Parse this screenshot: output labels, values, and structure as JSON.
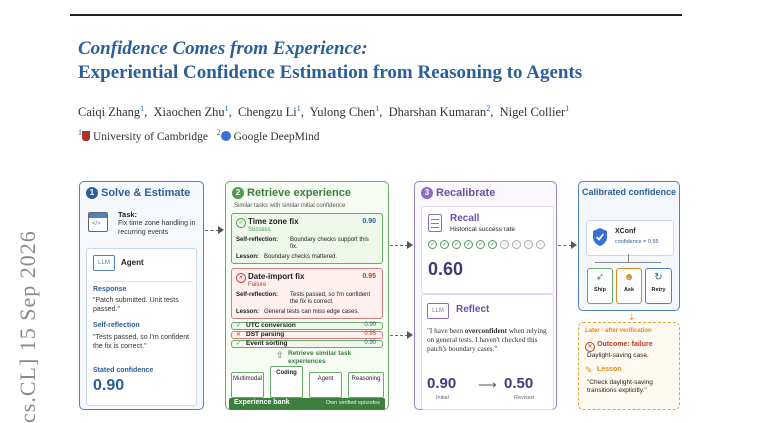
{
  "arxiv_id": "cs.CL]  15 Sep 2026",
  "paper": {
    "title_line1": "Confidence Comes from Experience:",
    "title_line2": "Experiential Confidence Estimation from Reasoning to Agents",
    "authors": [
      "Caiqi Zhang",
      "Xiaochen Zhu",
      "Chengzu Li",
      "Yulong Chen",
      "Dharshan Kumaran",
      "Nigel Collier"
    ],
    "author_affil_marks": [
      "1",
      "1",
      "1",
      "1",
      "2",
      "1"
    ],
    "affil_1": "University of Cambridge",
    "affil_2": "Google DeepMind"
  },
  "panel1": {
    "num": "1",
    "title": "Solve & Estimate",
    "task_label": "Task:",
    "task_text": "Fix time zone handling in recurring events",
    "llm_badge": "LLM",
    "agent_label": "Agent",
    "response_label": "Response",
    "response_text": "\"Patch submitted. Unit tests passed.\"",
    "reflection_label": "Self-reflection",
    "reflection_text": "\"Tests passed, so I'm confident the fix is correct.\"",
    "stated_label": "Stated confidence",
    "stated_value": "0.90"
  },
  "panel2": {
    "num": "2",
    "title": "Retrieve experience",
    "subtitle": "Similar tasks with similar initial confidence",
    "exp1": {
      "title": "Time zone fix",
      "score": "0.90",
      "status": "Success",
      "refl_label": "Self-reflection:",
      "refl_text": "Boundary checks support this fix.",
      "lesson_label": "Lesson:",
      "lesson_text": "Boundary checks mattered."
    },
    "exp2": {
      "title": "Date-import fix",
      "score": "0.95",
      "status": "Failure",
      "refl_label": "Self-reflection:",
      "refl_text": "Tests passed, so I'm confident the fix is correct.",
      "lesson_label": "Lesson:",
      "lesson_text": "General tests can miss edge cases."
    },
    "rows": [
      {
        "label": "UTC conversion",
        "score": "0.90"
      },
      {
        "label": "DST parsing",
        "score": "0.95"
      },
      {
        "label": "Event sorting",
        "score": "0.90"
      }
    ],
    "retrieve_label": "Retrieve similar task experiences",
    "bank_tabs": [
      "Multimodal",
      "Coding",
      "Agent",
      "Reasoning"
    ],
    "bank_title": "Experience bank",
    "bank_note": "Own verified episodes"
  },
  "panel3": {
    "num": "3",
    "title": "Recalibrate",
    "recall_title": "Recall",
    "recall_sub": "Historical success rate",
    "recall_value": "0.60",
    "success_marks": [
      1,
      1,
      1,
      1,
      1,
      1,
      0,
      0,
      0,
      0
    ],
    "reflect_title": "Reflect",
    "llm_badge": "LLM",
    "quote_pre": "\"I have been ",
    "quote_bold": "overconfident",
    "quote_post": " when relying on general tests. I haven't checked this patch's boundary cases.\"",
    "initial_value": "0.90",
    "initial_label": "Initial",
    "revised_value": "0.50",
    "revised_label": "Revised"
  },
  "panel4": {
    "title": "Calibrated confidence",
    "xconf_label": "XConf",
    "xconf_text": "confidence = 0.55",
    "actions": [
      "Ship",
      "Ask",
      "Retry"
    ]
  },
  "panel5": {
    "header": "Later · after verification",
    "outcome_label": "Outcome: failure",
    "outcome_text": "Daylight-saving case.",
    "lesson_label": "Lesson",
    "lesson_text": "\"Check daylight-saving transitions explicitly.\""
  },
  "colors": {
    "blue": "#2b5f99",
    "green": "#4f9a4f",
    "purple": "#8a6cc0",
    "red": "#c0392b",
    "orange": "#e08a1e"
  }
}
